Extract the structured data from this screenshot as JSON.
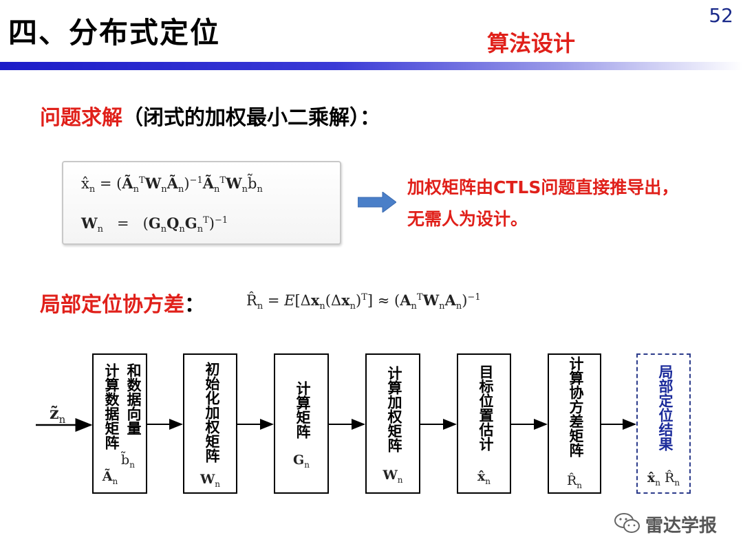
{
  "header": {
    "title": "四、分布式定位",
    "section_tag": "算法设计",
    "page_number": "52"
  },
  "problem": {
    "label_red": "问题求解",
    "label_rest": "（闭式的加权最小二乘解）："
  },
  "note": {
    "line1": "加权矩阵由CTLS问题直接推导出，",
    "line2": "无需人为设计。"
  },
  "covariance": {
    "label": "局部定位协方差",
    "colon": "："
  },
  "flow": {
    "input_symbol": "z",
    "input_subscript": "n",
    "boxes": [
      {
        "col_right": "和数据向量",
        "col_left": "计算数据矩阵",
        "sym1": "b",
        "sym1_sub": "n",
        "sym2": "A",
        "sym2_sub": "n"
      },
      {
        "text": "初始化加权矩阵",
        "sym": "W",
        "sym_sub": "n"
      },
      {
        "text": "计算矩阵",
        "sym": "G",
        "sym_sub": "n"
      },
      {
        "text": "计算加权矩阵",
        "sym": "W",
        "sym_sub": "n"
      },
      {
        "text": "目标位置估计",
        "sym": "x",
        "sym_sub": "n"
      },
      {
        "text": "计算协方差矩阵",
        "sym": "R",
        "sym_sub": "n"
      },
      {
        "text": "局部定位结果",
        "sym": "x",
        "sym_sub": "n",
        "sym_b": "R",
        "sym_b_sub": "n"
      }
    ]
  },
  "watermark": {
    "text": "雷达学报"
  },
  "colors": {
    "accent_red": "#e0201a",
    "title_bar_blue": "#1c1cc8",
    "arrow_blue": "#4a7fc8",
    "result_blue": "#1a2a9a"
  }
}
